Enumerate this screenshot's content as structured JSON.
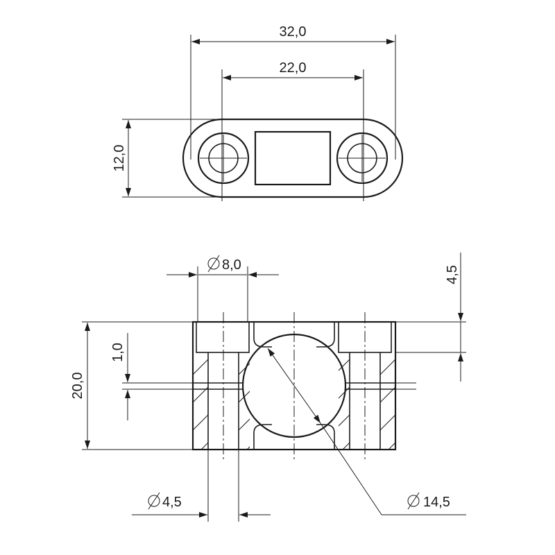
{
  "labels": {
    "top_width_outer": "32,0",
    "top_width_inner": "22,0",
    "top_height": "12,0",
    "dia_8": "8,0",
    "dim_4_5_right": "4,5",
    "dim_1_0": "1,0",
    "height_20": "20,0",
    "dia_4_5": "4,5",
    "dia_14_5": "14,5"
  }
}
